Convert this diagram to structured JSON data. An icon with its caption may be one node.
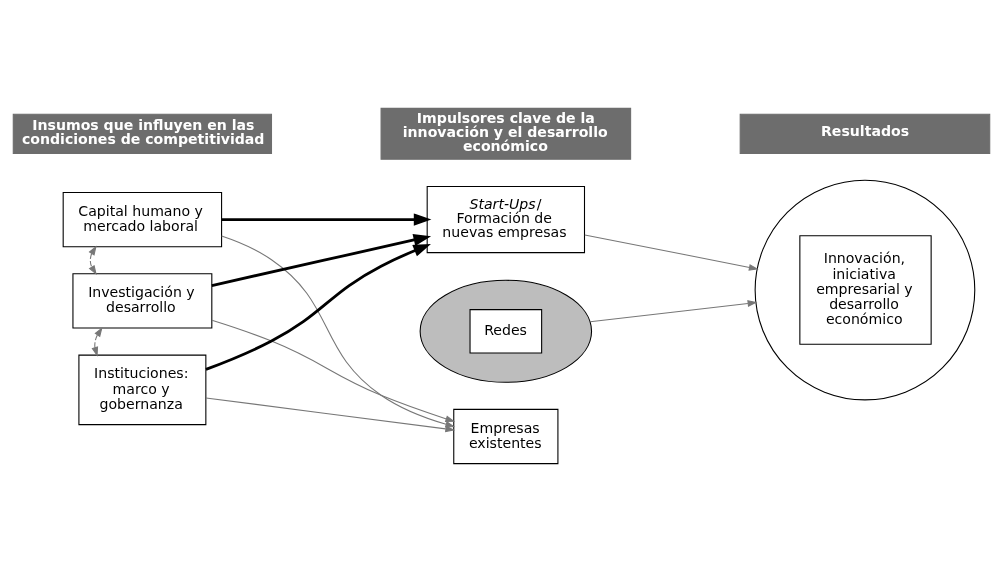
{
  "diagram": {
    "nodes": [
      {
        "text": [
          "Insumos que influyen en las condiciones de competitividad"
        ]
      },
      {
        "text": [
          "Impulsores clave de la innovación y el desarrollo económico"
        ]
      },
      {
        "text": [
          "Resultados"
        ]
      },
      {
        "text": [
          "Capital humano y mercado laboral"
        ]
      },
      {
        "text": [
          "Investigación y desarrollo"
        ]
      },
      {
        "text": [
          "Instituciones: marco y gobernanza"
        ]
      },
      {
        "text": [
          "*Start-Ups*/ Formación de nuevas empresas"
        ]
      },
      {
        "text": [
          "Redes"
        ]
      },
      {
        "text": [
          "Empresas existentes"
        ]
      },
      {
        "text": [],
        "shape": "circle"
      },
      {
        "text": [
          "Innovación, iniciativa empresarial y desarrollo económico"
        ],
        "in": 9
      }
    ],
    "edges": [
      {
        "from": 3,
        "to": 6,
        "arrow": "to",
        "style": "thick",
        "color": "#000000"
      },
      {
        "from": 4,
        "to": 6,
        "arrow": "to",
        "style": "thick",
        "color": "#000000"
      },
      {
        "from": 5,
        "to": 6,
        "arrow": "to",
        "style": "thick",
        "color": "#000000"
      },
      {
        "from": 3,
        "to": 8,
        "arrow": "to"
      },
      {
        "from": 4,
        "to": 8,
        "arrow": "to"
      },
      {
        "from": 5,
        "to": 8,
        "arrow": "to"
      },
      {
        "from": 3,
        "to": 4,
        "arrow": "both",
        "style": "dashed"
      },
      {
        "from": 4,
        "to": 5,
        "arrow": "both",
        "style": "dashed"
      },
      {
        "from": 6,
        "to": 9,
        "arrow": "to"
      },
      {
        "from": 7,
        "to": 9,
        "arrow": "to"
      }
    ]
  }
}
